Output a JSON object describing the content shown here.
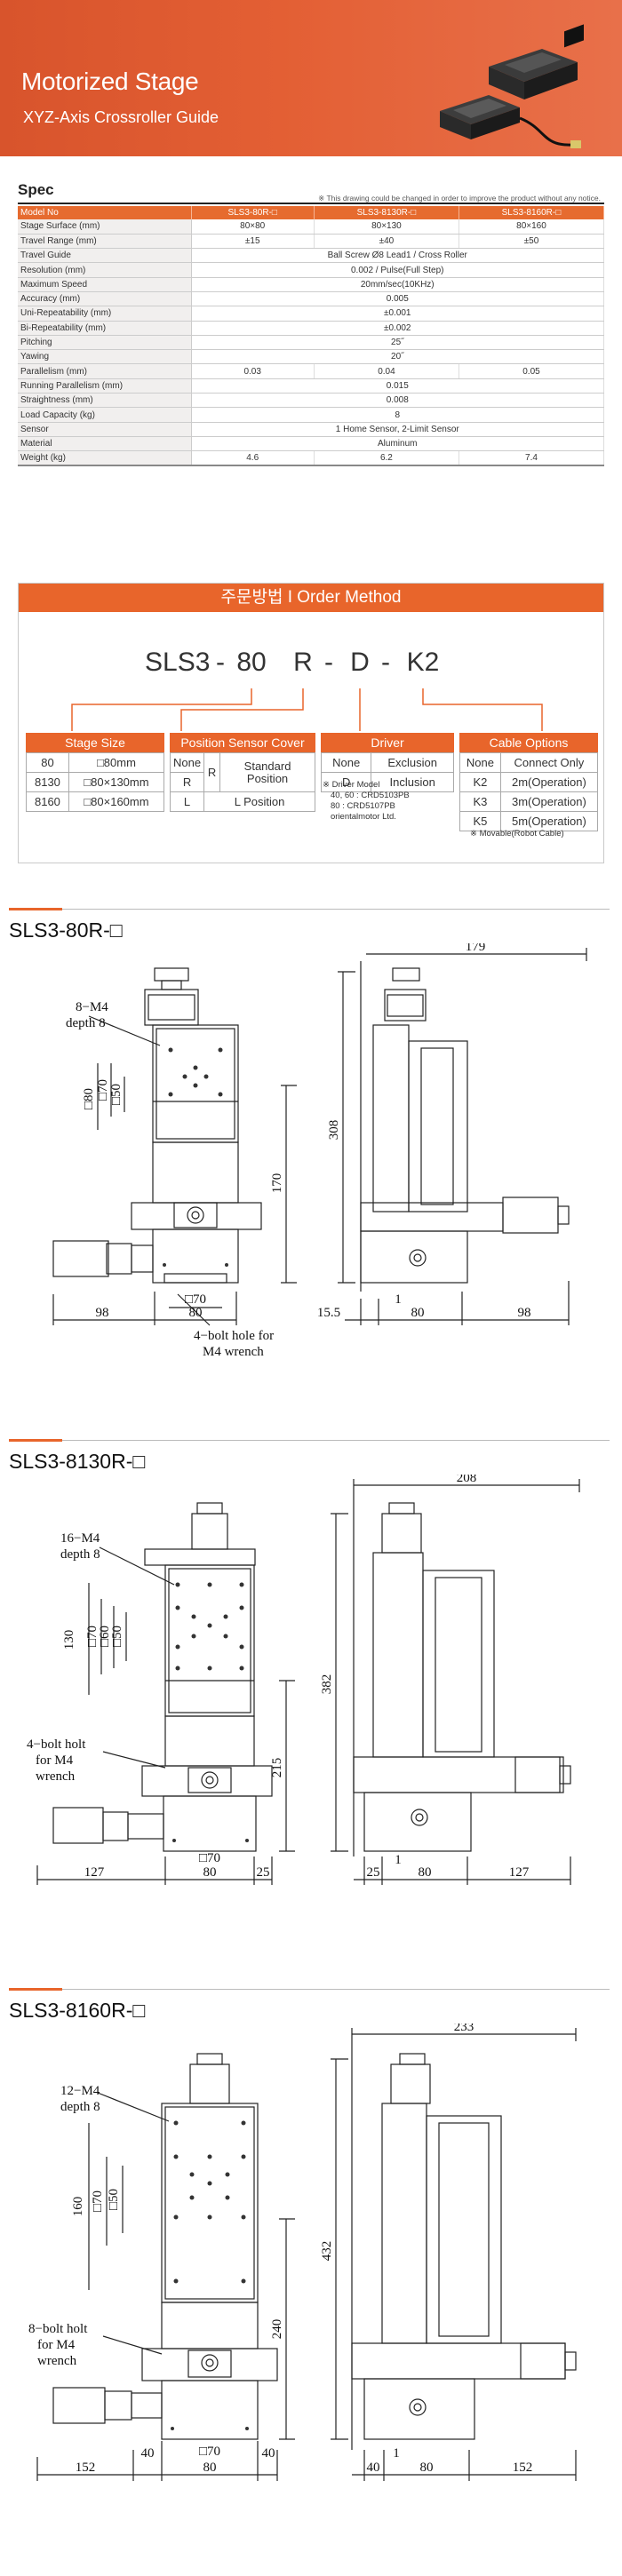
{
  "header": {
    "title": "Motorized Stage",
    "subtitle": "XYZ-Axis Crossroller Guide"
  },
  "spec": {
    "heading": "Spec",
    "note": "※ This drawing could be changed in order to improve the product without any notice.",
    "columns": [
      "Model No",
      "SLS3-80R-□",
      "SLS3-8130R-□",
      "SLS3-8160R-□"
    ],
    "rows": [
      {
        "label": "Stage Surface (mm)",
        "values": [
          "80×80",
          "80×130",
          "80×160"
        ]
      },
      {
        "label": "Travel Range (mm)",
        "values": [
          "±15",
          "±40",
          "±50"
        ]
      },
      {
        "label": "Travel Guide",
        "span": "Ball Screw Ø8 Lead1 / Cross Roller"
      },
      {
        "label": "Resolution (mm)",
        "span": "0.002 / Pulse(Full Step)"
      },
      {
        "label": "Maximum Speed",
        "span": "20mm/sec(10KHz)"
      },
      {
        "label": "Accuracy (mm)",
        "span": "0.005"
      },
      {
        "label": "Uni-Repeatability (mm)",
        "span": "±0.001"
      },
      {
        "label": "Bi-Repeatability (mm)",
        "span": "±0.002"
      },
      {
        "label": "Pitching",
        "span": "25˝"
      },
      {
        "label": "Yawing",
        "span": "20˝"
      },
      {
        "label": "Parallelism (mm)",
        "values": [
          "0.03",
          "0.04",
          "0.05"
        ]
      },
      {
        "label": "Running Parallelism (mm)",
        "span": "0.015"
      },
      {
        "label": "Straightness (mm)",
        "span": "0.008"
      },
      {
        "label": "Load Capacity (kg)",
        "span": "8"
      },
      {
        "label": "Sensor",
        "span": "1 Home Sensor, 2-Limit Sensor"
      },
      {
        "label": "Material",
        "span": "Aluminum"
      },
      {
        "label": "Weight (kg)",
        "values": [
          "4.6",
          "6.2",
          "7.4"
        ]
      }
    ]
  },
  "order": {
    "title": "주문방법 I Order Method",
    "code_parts": [
      "SLS3",
      "-",
      "80",
      "R",
      "-",
      "D",
      "-",
      "K2"
    ],
    "stage_size": {
      "title": "Stage Size",
      "rows": [
        [
          "80",
          "□80mm"
        ],
        [
          "8130",
          "□80×130mm"
        ],
        [
          "8160",
          "□80×160mm"
        ]
      ]
    },
    "position_sensor": {
      "title": "Position Sensor Cover",
      "rows": [
        [
          "None",
          "R",
          "Standard Position"
        ],
        [
          "R"
        ],
        [
          "L",
          "L Position"
        ]
      ]
    },
    "driver": {
      "title": "Driver",
      "rows": [
        [
          "None",
          "Exclusion"
        ],
        [
          "D",
          "Inclusion"
        ]
      ],
      "note_lines": [
        "※ Driver Model",
        "40, 60 : CRD5103PB",
        "80 : CRD5107PB",
        "orientalmotor Ltd."
      ]
    },
    "cable": {
      "title": "Cable Options",
      "rows": [
        [
          "None",
          "Connect Only"
        ],
        [
          "K2",
          "2m(Operation)"
        ],
        [
          "K3",
          "3m(Operation)"
        ],
        [
          "K5",
          "5m(Operation)"
        ]
      ],
      "note": "※ Movable(Robot Cable)"
    }
  },
  "drawings": [
    {
      "title": "SLS3-80R-□",
      "dims": {
        "top_width": "179",
        "tap": "8−M4",
        "depth": "depth 8",
        "sq80": "□80",
        "sq70": "□70",
        "sq50": "□50",
        "height1": "308",
        "height2": "170",
        "bot_sq70": "□70",
        "bot_80": "80",
        "left_98": "98",
        "off": "15.5",
        "one": "1",
        "r80": "80",
        "r98": "98",
        "bolt1": "4−bolt hole for",
        "bolt2": "M4 wrench"
      }
    },
    {
      "title": "SLS3-8130R-□",
      "dims": {
        "top_width": "208",
        "tap": "16−M4",
        "depth": "depth 8",
        "sq130": "130",
        "sq70": "□70",
        "sq60": "□60",
        "sq50": "□50",
        "height1": "382",
        "height2": "215",
        "bot_sq70": "□70",
        "left_127": "127",
        "b80": "80",
        "b25": "25",
        "r25": "25",
        "r80": "80",
        "r127": "127",
        "one": "1",
        "bolt1": "4−bolt holt",
        "bolt2": "for M4",
        "bolt3": "wrench"
      }
    },
    {
      "title": "SLS3-8160R-□",
      "dims": {
        "top_width": "233",
        "tap": "12−M4",
        "depth": "depth 8",
        "sq160": "160",
        "sq70": "□70",
        "sq50": "□50",
        "height1": "432",
        "height2": "240",
        "bot_sq70": "□70",
        "left_152": "152",
        "b40a": "40",
        "b80": "80",
        "b40b": "40",
        "r40": "40",
        "r80": "80",
        "r152": "152",
        "one": "1",
        "bolt1": "8−bolt holt",
        "bolt2": "for M4",
        "bolt3": "wrench"
      }
    }
  ]
}
